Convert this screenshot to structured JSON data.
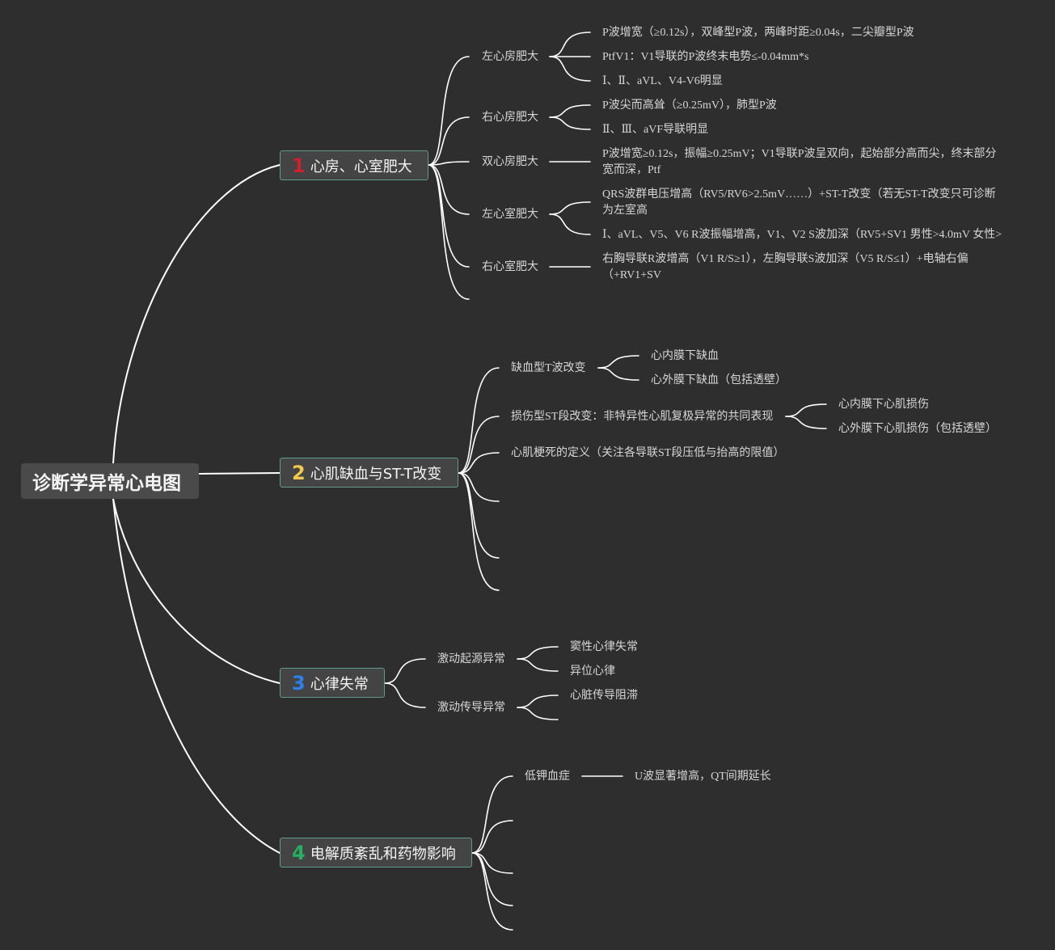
{
  "root": "诊断学异常心电图",
  "colors": {
    "background": "#2e2e2e",
    "line": "#ffffff",
    "border": "#5f9a8c",
    "num1": "#d0202e",
    "num2": "#f2c94c",
    "num3": "#2f80ed",
    "num4": "#27ae60"
  },
  "branches": [
    {
      "num": "1",
      "label": "心房、心室肥大",
      "children": [
        {
          "label": "左心房肥大",
          "items": [
            "P波增宽（≥0.12s），双峰型P波，两峰时距≥0.04s，二尖瓣型P波",
            "PtfV1：V1导联的P波终末电势≤-0.04mm*s",
            "Ⅰ、Ⅱ、aVL、V4-V6明显"
          ]
        },
        {
          "label": "右心房肥大",
          "items": [
            "P波尖而高耸（≥0.25mV），肺型P波",
            "Ⅱ、Ⅲ、aVF导联明显"
          ]
        },
        {
          "label": "双心房肥大",
          "items": [
            "P波增宽≥0.12s，振幅≥0.25mV；V1导联P波呈双向，起始部分高而尖，终末部分宽而深，Ptf"
          ]
        },
        {
          "label": "左心室肥大",
          "items": [
            "QRS波群电压增高（RV5/RV6>2.5mV……）+ST-T改变（若无ST-T改变只可诊断为左室高",
            "Ⅰ、aVL、V5、V6 R波振幅增高，V1、V2 S波加深（RV5+SV1 男性>4.0mV 女性>"
          ]
        },
        {
          "label": "右心室肥大",
          "items": [
            "右胸导联R波增高（V1 R/S≥1），左胸导联S波加深（V5 R/S≤1）+电轴右偏（+RV1+SV"
          ]
        }
      ]
    },
    {
      "num": "2",
      "label": "心肌缺血与ST-T改变",
      "children": [
        {
          "label": "缺血型T波改变",
          "items": [
            "心内膜下缺血",
            "心外膜下缺血（包括透壁）"
          ]
        },
        {
          "label": "损伤型ST段改变：非特异性心肌复极异常的共同表现",
          "items": [
            "心内膜下心肌损伤",
            "心外膜下心肌损伤（包括透壁）"
          ]
        },
        {
          "label": "心肌梗死的定义（关注各导联ST段压低与抬高的限值）",
          "items": []
        }
      ]
    },
    {
      "num": "3",
      "label": "心律失常",
      "children": [
        {
          "label": "激动起源异常",
          "items": [
            "窦性心律失常",
            "异位心律"
          ]
        },
        {
          "label": "激动传导异常",
          "items": [
            "心脏传导阻滞"
          ]
        }
      ]
    },
    {
      "num": "4",
      "label": "电解质紊乱和药物影响",
      "children": [
        {
          "label": "低钾血症",
          "items": [
            "U波显著增高，QT间期延长"
          ]
        }
      ]
    }
  ]
}
